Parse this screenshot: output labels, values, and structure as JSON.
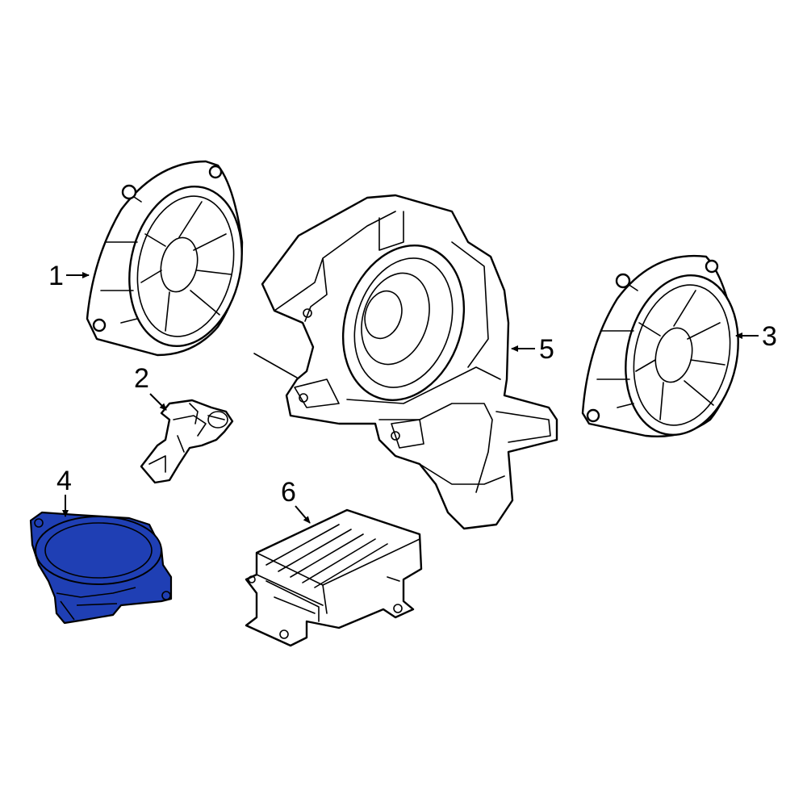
{
  "diagram": {
    "background": "#ffffff",
    "line_color": "#000000",
    "highlight_color": "#1f3fb4",
    "highlighted_part": "4",
    "callouts": [
      {
        "id": "1",
        "text": "1"
      },
      {
        "id": "2",
        "text": "2"
      },
      {
        "id": "3",
        "text": "3"
      },
      {
        "id": "4",
        "text": "4"
      },
      {
        "id": "5",
        "text": "5"
      },
      {
        "id": "6",
        "text": "6"
      }
    ]
  }
}
